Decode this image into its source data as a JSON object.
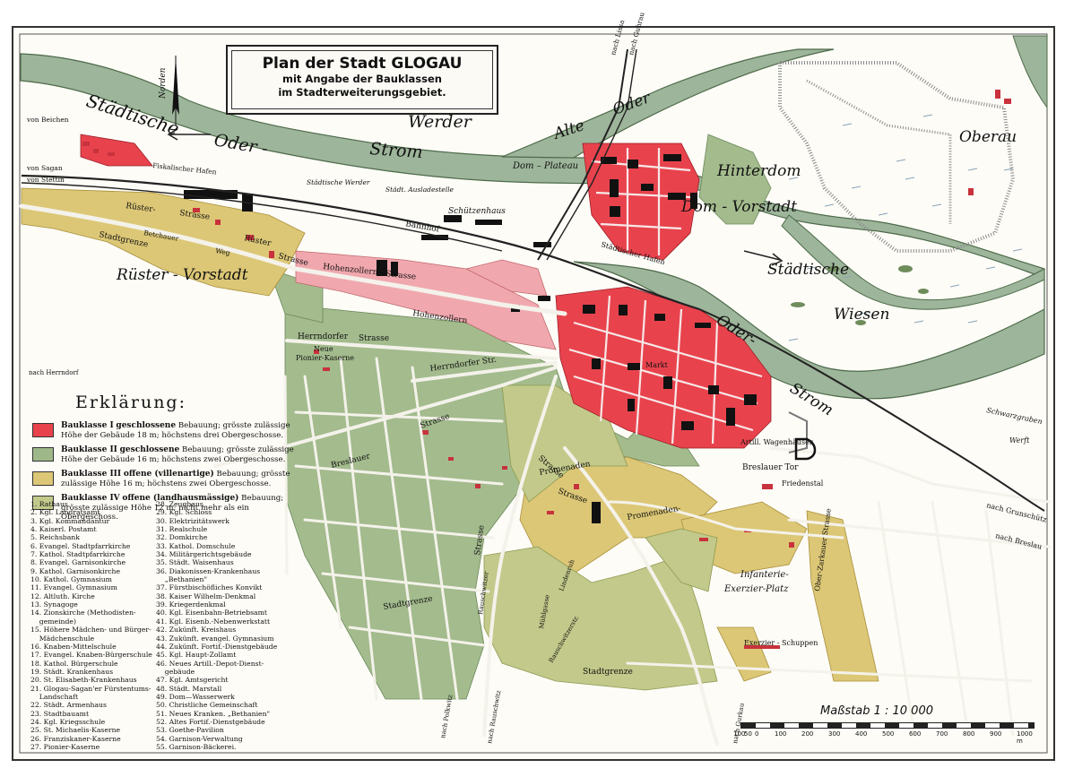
{
  "title": {
    "line1": "Plan der Stadt GLOGAU",
    "line2": "mit Angabe der Bauklassen",
    "line3": "im Stadterweiterungsgebiet."
  },
  "colors": {
    "class1": "#e8434d",
    "class1_light": "#f0a8ae",
    "class2": "#9fb889",
    "class3": "#dcc776",
    "class4": "#c2c98a",
    "water": "#9db59a",
    "meadow": "#ffffff",
    "buildings": "#111111"
  },
  "labels": {
    "staedtische": "Städtische",
    "norden": "Norden",
    "werder": "Werder",
    "alte": "Alte",
    "oder_top": "Oder",
    "oder_strom_1": "Oder -",
    "oder_strom_2": "Strom",
    "oberau": "Oberau",
    "hinterdom": "Hinterdom",
    "dom_plateau": "Dom – Plateau",
    "dom_vorstadt": "Dom - Vorstadt",
    "staedtische_wiesen_1": "Städtische",
    "staedtische_wiesen_2": "Wiesen",
    "oder_right": "Oder-",
    "strom_right": "Strom",
    "ruester_vorstadt": "Rüster - Vorstadt",
    "stadtgrenze_left": "Stadtgrenze",
    "stadtgrenze_mid": "Stadtgrenze",
    "stadtgrenze_bottom": "Stadtgrenze",
    "von_beichen": "von Beichen",
    "von_sagan": "von Sagan",
    "von_stettin": "von Stettin",
    "fiskalischer_hafen": "Fiskalischer Hafen",
    "staedtische_werder": "Städtische Werder",
    "staedt_ausladestelle": "Städt. Ausladestelle",
    "schuetzenhaus": "Schützenhaus",
    "bahnhof": "Bahnhof",
    "staedtischer_hafen": "Städtischer Hafen",
    "nach_lissa": "nach Lissa",
    "nach_guhrau": "nach Guhrau",
    "ruester_strasse_1": "Rüster-",
    "ruester_strasse_2": "Strasse",
    "ruester": "Rüster",
    "strasse_a": "Strasse",
    "betchauer": "Betchauer",
    "weg": "Weg",
    "hohenzollern_strasse": "Hohenzollern-",
    "strasse_b": "Strasse",
    "hohenzollern": "Hohenzollern",
    "herrndorfer_strasse": "Herrndorfer",
    "strasse_c": "Strasse",
    "herrndorfer_str": "Herrndorfer Str.",
    "neue_pionier_kaserne_1": "Neue",
    "neue_pionier_kaserne_2": "Pionier-Kaserne",
    "nach_herrndorf": "nach Herrndorf",
    "breslauer": "Breslauer",
    "strasse_d": "Strasse",
    "strasse_e": "Strasse",
    "strasse_f": "Strasse",
    "markt": "Markt",
    "promenaden": "Promenaden",
    "promenaden_strasse": "Promenaden-",
    "strasse_g": "Strasse",
    "breslauer_tor": "Breslauer Tor",
    "artill_wagenhaeuser": "Artill. Wagenhäuser",
    "friedenstal": "Friedenstal",
    "werft": "Werft",
    "schwarzgraben": "Schwarzgraben",
    "nach_grunschuetz": "nach Grunschütz",
    "nach_breslau": "nach Breslau",
    "infanterie": "Infanterie-",
    "exerzier_platz": "Exerzier-Platz",
    "exerzier_schuppen": "Exerzier - Schuppen",
    "ober_zarkauer_strasse": "Ober-Zarkauer Strasse",
    "nach_polkwitz": "nach Polkwitz",
    "nach_raudten": "nach Rauschwitz",
    "nach_gurkau": "nach Gurkau",
    "rauschwitzer": "Rauschwitzer",
    "muehlgasse": "Mühlgasse",
    "lindenruh": "Lindenruh",
    "moenchswerder": "Rauschwitzerstr."
  },
  "legend": {
    "title": "Erklärung:",
    "items": [
      {
        "head": "Bauklasse I",
        "mode": "geschlossene",
        "text": "Bebauung; grösste zulässige Höhe der Gebäude 18 m; höchstens drei Obergeschosse."
      },
      {
        "head": "Bauklasse II",
        "mode": "geschlossene",
        "text": "Bebauung; grösste zulässige Höhe der Gebäude 16 m; höchstens zwei Obergeschosse."
      },
      {
        "head": "Bauklasse III",
        "mode": "offene (villenartige)",
        "text": "Bebauung; grösste zulässige Höhe 16 m; höchstens zwei Obergeschosse."
      },
      {
        "head": "Bauklasse IV",
        "mode": "offene (landhausmässige)",
        "text": "Bebauung; grösste zulässige Höhe 12 m; nicht mehr als ein Obergeschoss."
      }
    ]
  },
  "index": {
    "col1": [
      "1. Rathaus",
      "2. Kgl. Landratsamt",
      "3. Kgl. Kommandantur",
      "4. Kaiserl. Postamt",
      "5. Reichsbank",
      "6. Evangel. Stadtpfarrkirche",
      "7. Kathol. Stadtpfarrkirche",
      "8. Evangel. Garnisonkirche",
      "9. Kathol. Garnisonkirche",
      "10. Kathol. Gymnasium",
      "11. Evangel. Gymnasium",
      "12. Altluth. Kirche",
      "13. Synagoge",
      "14. Zionskirche (Methodisten-",
      "    gemeinde)",
      "15. Höhere Mädchen- und Bürger-",
      "    Mädchenschule",
      "16. Knaben-Mittelschule",
      "17. Evangel. Knaben-Bürgerschule",
      "18. Kathol. Bürgerschule",
      "19. Städt. Krankenhaus",
      "20. St. Elisabeth-Krankenhaus",
      "21. Glogau-Sagan'er Fürstentums-",
      "    Landschaft",
      "22. Städt. Armenhaus",
      "23. Stadtbauamt",
      "24. Kgl. Kriegsschule",
      "25. St. Michaelis-Kaserne",
      "26. Franziskaner-Kaserne",
      "27. Pionier-Kaserne"
    ],
    "col2": [
      "28. Zeughaus",
      "29. Kgl. Schloss",
      "30. Elektrizitätswerk",
      "31. Realschule",
      "32. Domkirche",
      "33. Kathol. Domschule",
      "34. Militärgerichtsgebäude",
      "35. Städt. Waisenhaus",
      "36. Diakonissen-Krankenhaus",
      "    „Bethanien\"",
      "37. Fürstbischöfliches Konvikt",
      "38. Kaiser Wilhelm-Denkmal",
      "39. Kriegerdenkmal",
      "40. Kgl. Eisenbahn-Betriebsamt",
      "41. Kgl. Eisenb.-Nebenwerkstatt",
      "42. Zukünft. Kreishaus",
      "43. Zukünft. evangel. Gymnasium",
      "44. Zukünft. Fortif.-Dienstgebäude",
      "45. Kgl. Haupt-Zollamt",
      "46. Neues Artill.-Depot-Dienst-",
      "    gebäude",
      "47. Kgl. Amtsgericht",
      "48. Städt. Marstall",
      "49. Dom—Wasserwerk",
      "50. Christliche Gemeinschaft",
      "51. Neues Kranken. „Bethanien\"",
      "52. Altes Fortif.-Dienstgebäude",
      "53. Goethe-Pavilion",
      "54. Garnison-Verwaltung",
      "55. Garnison-Bäckerei."
    ]
  },
  "scale": {
    "label": "Maßstab 1 : 10 000",
    "ticks": [
      "100",
      "50",
      "0",
      "100",
      "200",
      "300",
      "400",
      "500",
      "600",
      "700",
      "800",
      "900",
      "1000 m"
    ]
  }
}
